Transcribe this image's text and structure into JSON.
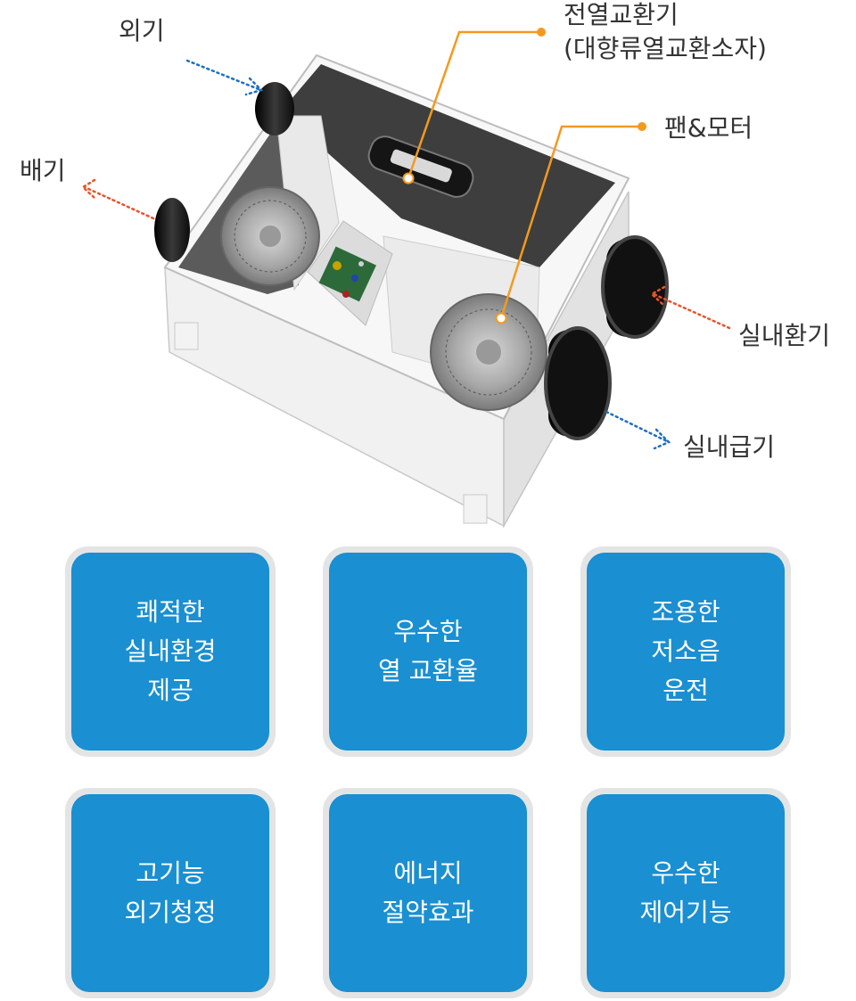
{
  "diagram": {
    "labels": {
      "outdoor_air": "외기",
      "exhaust_air": "배기",
      "heat_exchanger_line1": "전열교환기",
      "heat_exchanger_line2": "(대향류열교환소자)",
      "fan_motor": "팬&모터",
      "room_air_return": "실내환기",
      "room_air_supply": "실내급기"
    },
    "colors": {
      "leader_line": "#f39a1e",
      "cool_arrow": "#1e6fc2",
      "warm_arrow": "#e8542a",
      "unit_body": "#f4f4f4",
      "duct": "#1a1a1a"
    }
  },
  "features": [
    {
      "lines": [
        "쾌적한",
        "실내환경",
        "제공"
      ]
    },
    {
      "lines": [
        "우수한",
        "열 교환율"
      ]
    },
    {
      "lines": [
        "조용한",
        "저소음",
        "운전"
      ]
    },
    {
      "lines": [
        "고기능",
        "외기청정"
      ]
    },
    {
      "lines": [
        "에너지",
        "절약효과"
      ]
    },
    {
      "lines": [
        "우수한",
        "제어기능"
      ]
    }
  ],
  "feature_color": "#1a8fd1"
}
